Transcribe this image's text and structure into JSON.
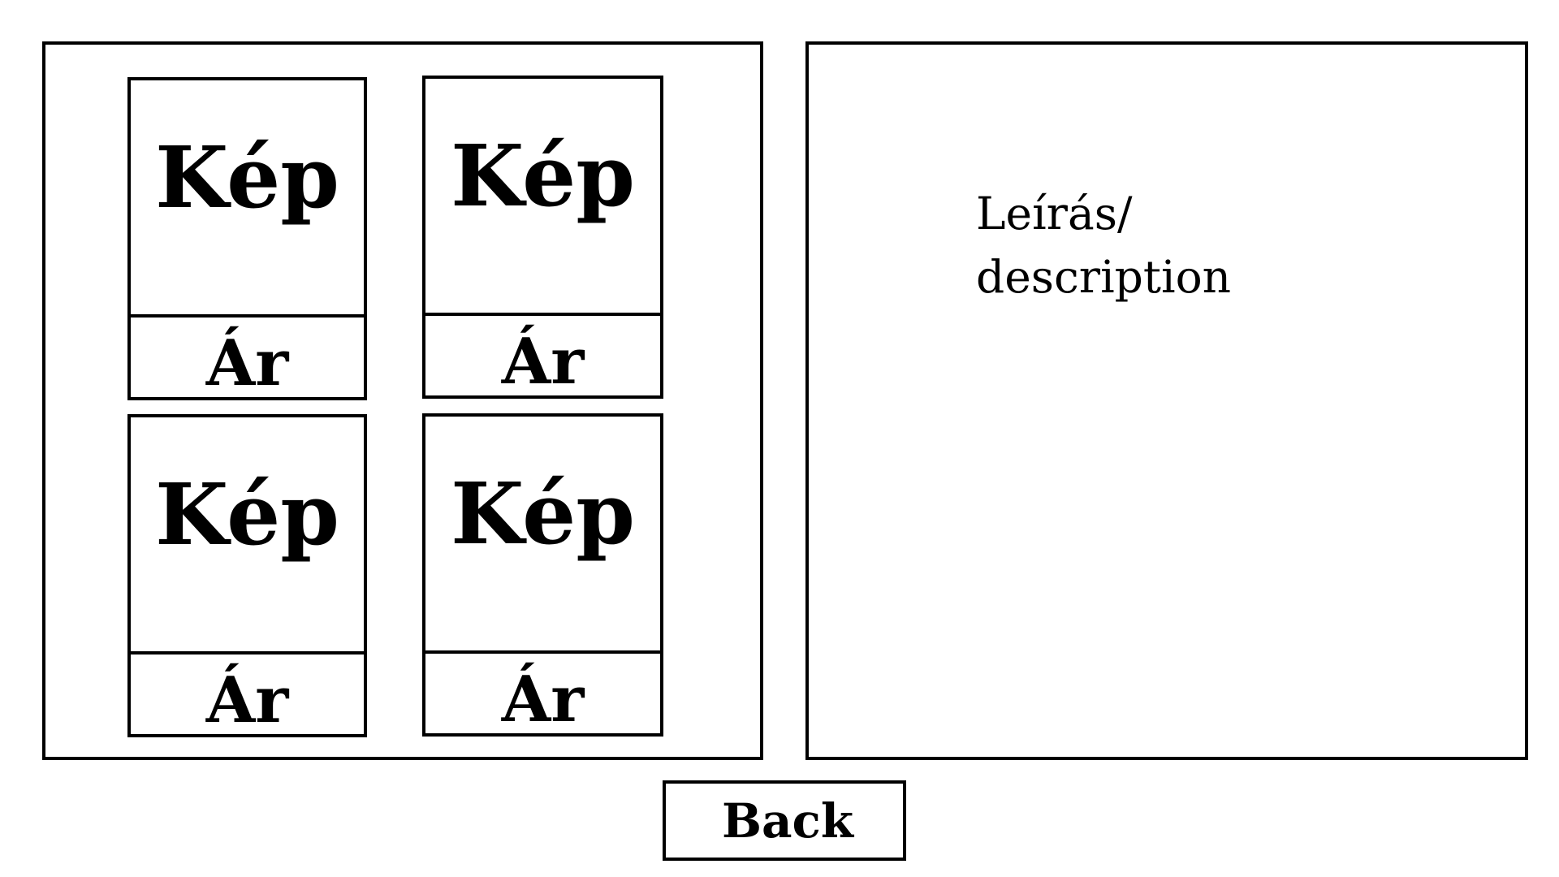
{
  "products": [
    {
      "image_label": "Kép",
      "price_label": "Ár"
    },
    {
      "image_label": "Kép",
      "price_label": "Ár"
    },
    {
      "image_label": "Kép",
      "price_label": "Ár"
    },
    {
      "image_label": "Kép",
      "price_label": "Ár"
    }
  ],
  "description": {
    "text": "Leírás/\ndescription"
  },
  "back_button": {
    "label": "Back"
  }
}
